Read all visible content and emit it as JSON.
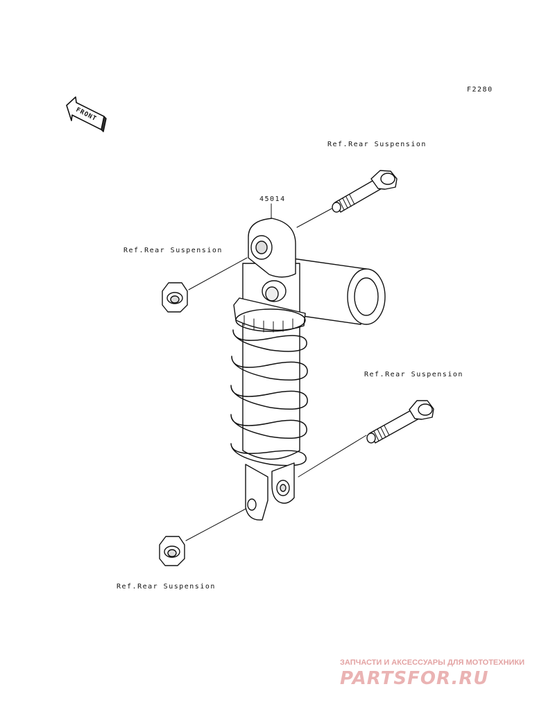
{
  "figure_code": "F2280",
  "front_arrow": {
    "label": "FRONT",
    "icon": "front-arrow-icon"
  },
  "parts": [
    {
      "number": "45014",
      "role": "shock-absorber"
    }
  ],
  "references": [
    {
      "id": "upper-bolt",
      "text": "Ref.Rear Suspension"
    },
    {
      "id": "upper-nut",
      "text": "Ref.Rear Suspension"
    },
    {
      "id": "lower-bolt",
      "text": "Ref.Rear Suspension"
    },
    {
      "id": "lower-nut",
      "text": "Ref.Rear Suspension"
    }
  ],
  "watermark": {
    "subtitle": "ЗАПЧАСТИ И АКСЕССУАРЫ ДЛЯ МОТОТЕХНИКИ",
    "brand": "PARTSFOR.RU",
    "color": "#e9a9a9"
  }
}
